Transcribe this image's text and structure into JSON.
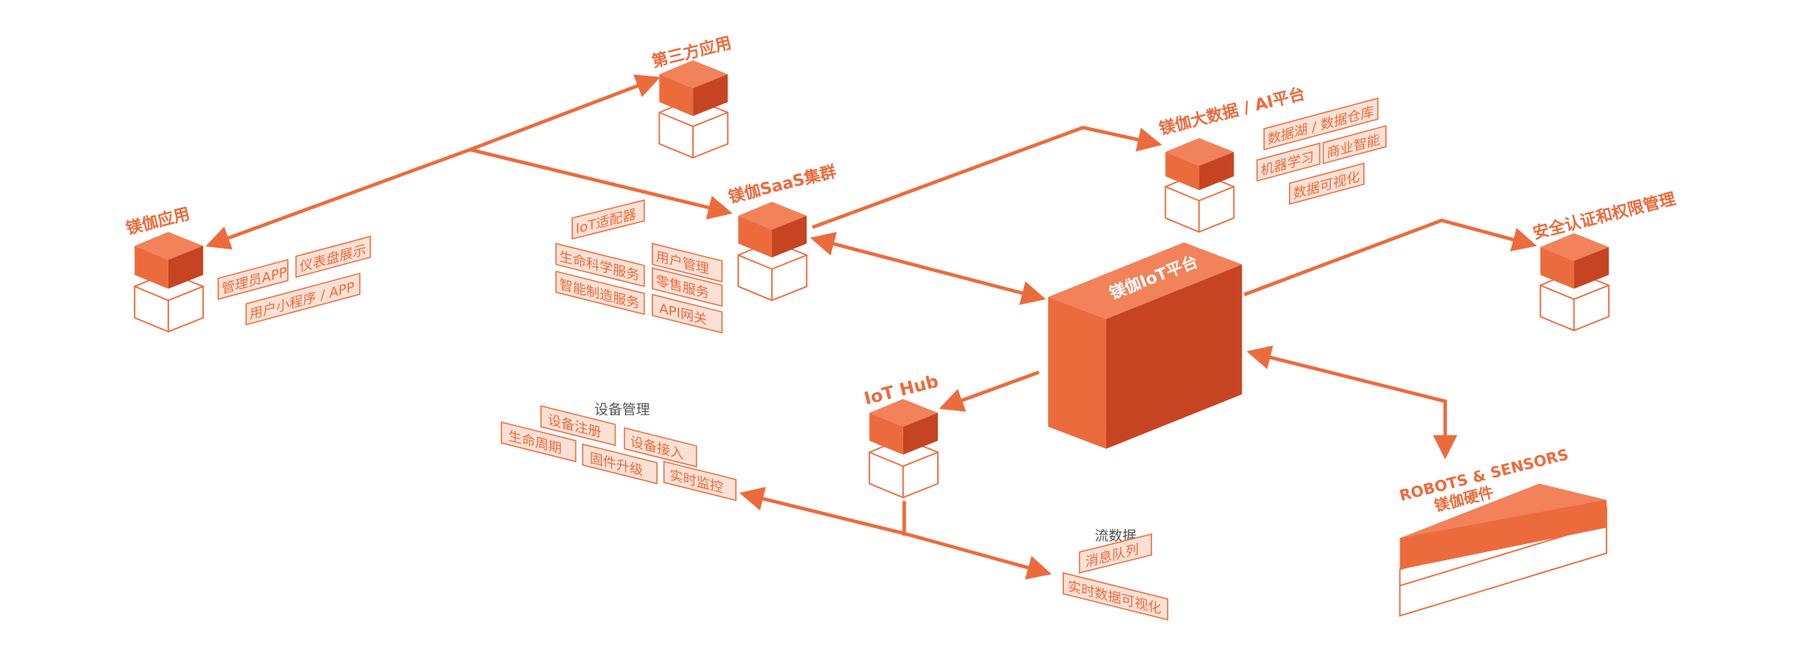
{
  "colors": {
    "accent": "#ec6b3c",
    "top": "#f1825a",
    "front": "#ec6b3c",
    "side": "#c64421",
    "lightfill": "#fbe1d5"
  },
  "nodes": {
    "third_party": "第三方应用",
    "app": "镁伽应用",
    "saas": "镁伽SaaS集群",
    "bigdata": "镁伽大数据 / AI平台",
    "security": "安全认证和权限管理",
    "iot_platform": "镁伽IoT平台",
    "iot_hub": "IoT Hub",
    "robots_title": "ROBOTS & SENSORS",
    "robots_subtitle": "镁伽硬件"
  },
  "app_tags": [
    "管理员APP",
    "仪表盘展示",
    "用户小程序 / APP"
  ],
  "saas_tags": [
    "IoT适配器",
    "用户管理",
    "生命科学服务",
    "零售服务",
    "智能制造服务",
    "API网关"
  ],
  "bigdata_tags": [
    "数据湖 / 数据仓库",
    "机器学习",
    "商业智能",
    "数据可视化"
  ],
  "device_mgmt": {
    "title": "设备管理",
    "tags": [
      "设备注册",
      "设备接入",
      "生命周期",
      "固件升级",
      "实时监控"
    ]
  },
  "stream": {
    "title": "流数据",
    "tags": [
      "消息队列",
      "实时数据可视化"
    ]
  }
}
